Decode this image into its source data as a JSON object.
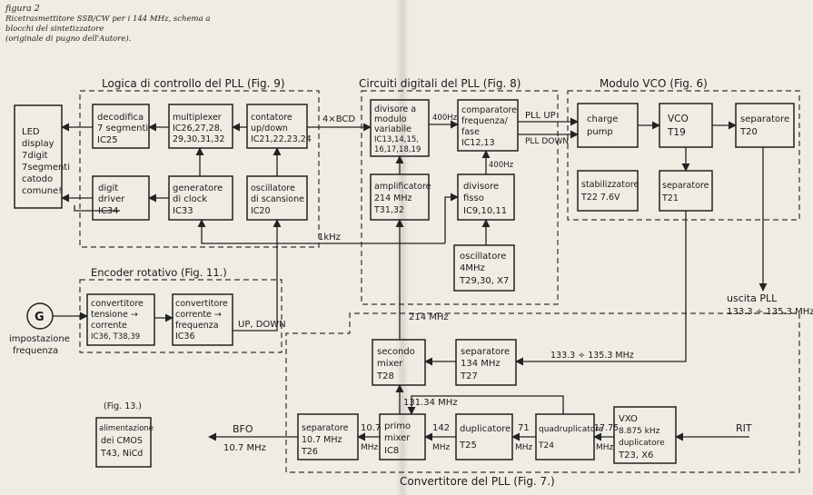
{
  "caption": {
    "fig": "figura 2",
    "line1": "Ricetrasmettitore SSB/CW per i 144 MHz, schema a blocchi del sintetizzatore",
    "line2": "(originale di pugno dell'Autore)."
  },
  "sections": {
    "logic": "Logica di controllo del PLL (Fig. 9)",
    "digital": "Circuiti digitali del PLL (Fig. 8)",
    "vco": "Modulo VCO (Fig. 6)",
    "encoder": "Encoder rotativo (Fig. 11.)",
    "converter": "Convertitore del PLL (Fig. 7.)"
  },
  "blocks": {
    "led": [
      "LED",
      "display",
      "7digit",
      "7segmenti",
      "catodo",
      "comune!"
    ],
    "decod": [
      "decodifica",
      "7 segmenti",
      "IC25"
    ],
    "mux": [
      "multiplexer",
      "IC26,27,28,",
      "29,30,31,32"
    ],
    "counter": [
      "contatore",
      "up/down",
      "IC21,22,23,24"
    ],
    "digit": [
      "digit",
      "driver",
      "IC34"
    ],
    "clockgen": [
      "generatore",
      "di clock",
      "IC33"
    ],
    "scanosc": [
      "oscillatore",
      "di scansione",
      "IC20"
    ],
    "divmod": [
      "divisore a",
      "modulo",
      "variabile",
      "IC13,14,15,",
      "16,17,18,19"
    ],
    "comparator": [
      "comparatore",
      "frequenza/",
      "fase",
      "IC12,13"
    ],
    "amp": [
      "amplificatore",
      "214 MHz",
      "T31,32"
    ],
    "fixdiv": [
      "divisore",
      "fisso",
      "IC9,10,11"
    ],
    "osc4": [
      "oscillatore",
      "4MHz",
      "T29,30, X7"
    ],
    "charge": [
      "charge",
      "pump"
    ],
    "vcoblk": [
      "VCO",
      "T19"
    ],
    "sep20": [
      "separatore",
      "T20"
    ],
    "stab": [
      "stabilizzatore",
      "T22  7.6V"
    ],
    "sep21": [
      "separatore",
      "T21"
    ],
    "conv1": [
      "convertitore",
      "tensione →",
      "corrente",
      "IC36, T38,39"
    ],
    "conv2": [
      "convertitore",
      "corrente →",
      "frequenza",
      "IC36"
    ],
    "mixer2": [
      "secondo",
      "mixer",
      "T28"
    ],
    "sep134": [
      "separatore",
      "134 MHz",
      "T27"
    ],
    "psu": [
      "(Fig. 13.)",
      "alimentazione",
      "dei CMOS",
      "T43, NiCd"
    ],
    "sep107": [
      "separatore",
      "10.7 MHz",
      "T26"
    ],
    "mixer1": [
      "primo",
      "mixer",
      "IC8"
    ],
    "dup": [
      "duplicatore",
      "T25"
    ],
    "quad": [
      "quadruplicatore",
      "T24"
    ],
    "vxo": [
      "VXO",
      "8.875 kHz",
      "duplicatore",
      "T23, X6"
    ]
  },
  "labels": {
    "bcd": "4×BCD",
    "f400a": "400Hz",
    "f400b": "400Hz",
    "pllup": "PLL UP",
    "plldown": "PLL DOWN",
    "khz": "1kHz",
    "mhz214": "214 MHz",
    "updown": "UP, DOWN",
    "range1": "133.3 ÷ 135.3 MHz",
    "mhz131": "131.34 MHz",
    "rit": "RIT",
    "bfo1": "BFO",
    "bfo2": "10.7 MHz",
    "l107a": "10.7",
    "l107b": "MHz",
    "l142a": "142",
    "l142b": "MHz",
    "l71a": "71",
    "l71b": "MHz",
    "l1775a": "17.75",
    "l1775b": "MHz",
    "out1": "uscita PLL",
    "out2": "133.3 ÷ 135.3 MHz",
    "knob": "G",
    "knoblbl1": "impostazione",
    "knoblbl2": "frequenza"
  }
}
